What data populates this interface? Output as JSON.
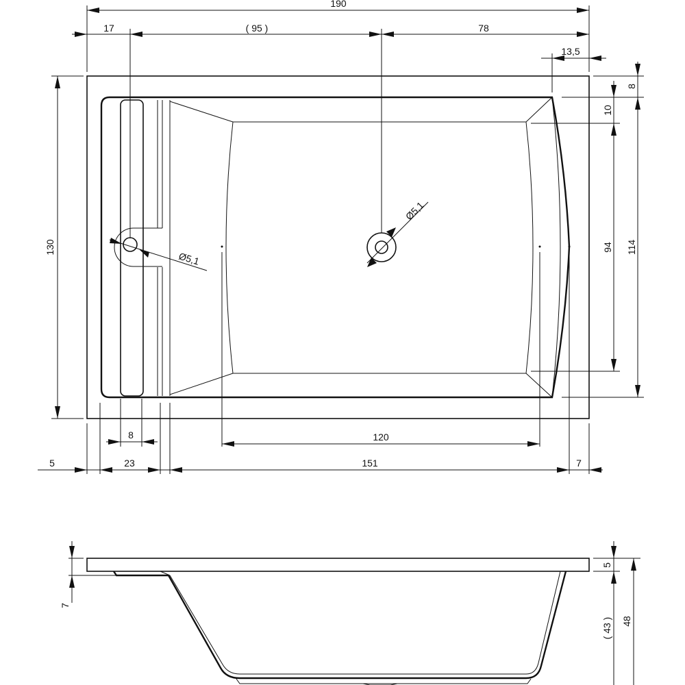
{
  "drawing": {
    "plan_view": {
      "overall_length": "190",
      "overall_width": "130",
      "left_to_overflow": "17",
      "overflow_to_drain": "( 95 )",
      "drain_to_right": "78",
      "right_rim_offset": "13,5",
      "top_rim_offset": "8",
      "top_inner_offset": "10",
      "inner_width": "94",
      "well_width": "114",
      "overflow_diameter": "Ø5,1",
      "drain_diameter": "Ø5,1",
      "shelf_slot_width": "8",
      "inner_length": "120",
      "left_rim": "5",
      "shelf_width": "23",
      "well_length": "151",
      "right_rim": "7"
    },
    "side_view": {
      "left_step_depth": "7",
      "rim_thickness": "5",
      "basin_depth": "( 43 )",
      "total_height": "48"
    }
  }
}
